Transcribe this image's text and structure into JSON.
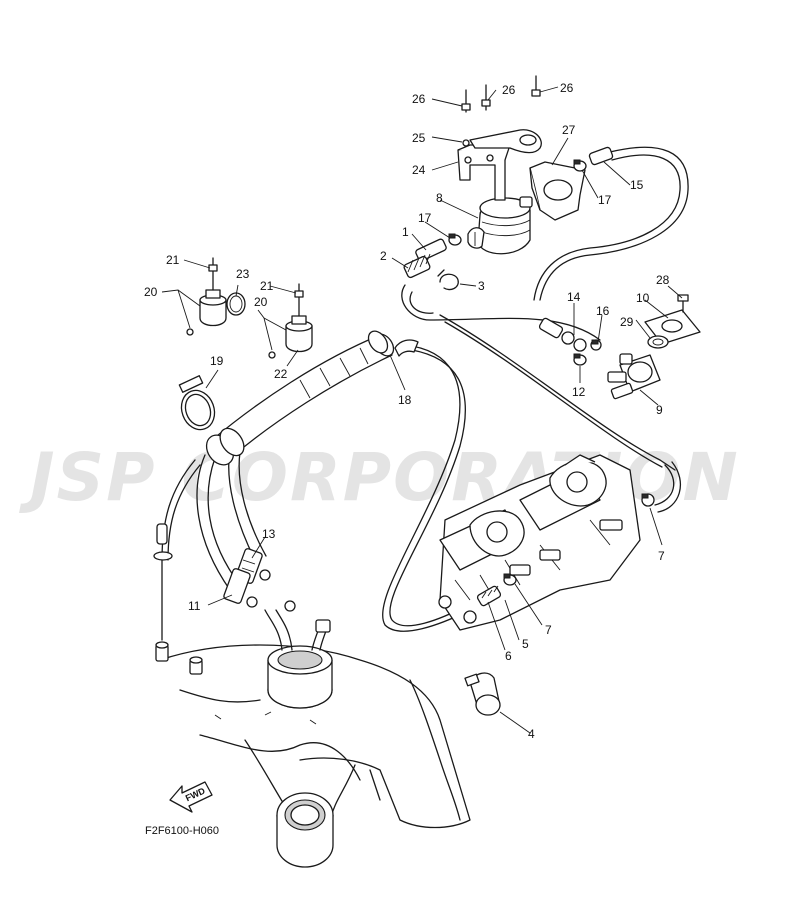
{
  "watermark": {
    "text": "JSP CORPORATION",
    "color": "#e4e4e4"
  },
  "diagram": {
    "code": "F2F6100-H060",
    "direction_label": "FWD",
    "callouts": {
      "c1": "1",
      "c2": "2",
      "c3": "3",
      "c4": "4",
      "c5": "5",
      "c6": "6",
      "c7a": "7",
      "c7b": "7",
      "c8": "8",
      "c9": "9",
      "c10": "10",
      "c11": "11",
      "c12": "12",
      "c13": "13",
      "c14": "14",
      "c15": "15",
      "c16": "16",
      "c17a": "17",
      "c17b": "17",
      "c18": "18",
      "c19": "19",
      "c20a": "20",
      "c20b": "20",
      "c21a": "21",
      "c21b": "21",
      "c22": "22",
      "c23": "23",
      "c24": "24",
      "c25": "25",
      "c26a": "26",
      "c26b": "26",
      "c26c": "26",
      "c27": "27",
      "c28": "28",
      "c29": "29"
    }
  }
}
